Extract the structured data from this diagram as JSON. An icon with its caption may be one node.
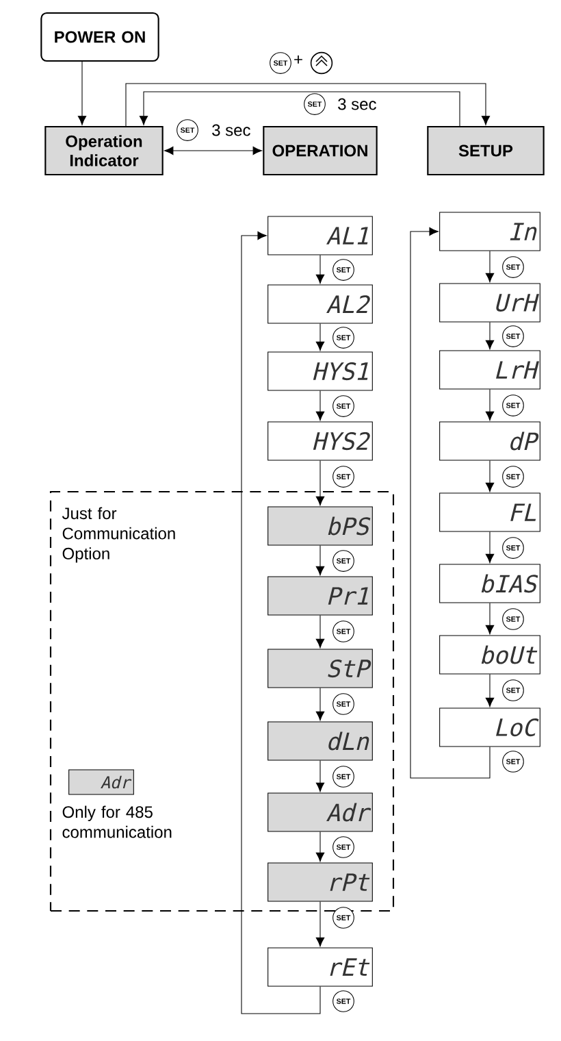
{
  "diagram": {
    "nodes": [
      {
        "text": [
          "POWER ON"
        ]
      },
      {
        "text": [
          "Operation Indicator"
        ]
      },
      {
        "text": [
          "OPERATION"
        ]
      },
      {
        "text": [
          "SETUP"
        ]
      },
      {
        "text": [
          "AL1"
        ]
      },
      {
        "text": [
          "AL2"
        ]
      },
      {
        "text": [
          "HYS1"
        ]
      },
      {
        "text": [
          "HYS2"
        ]
      },
      {
        "text": [
          "Just for Communication Option"
        ]
      },
      {
        "text": [
          "bPS"
        ],
        "in": 8
      },
      {
        "text": [
          "Pr1"
        ],
        "in": 8
      },
      {
        "text": [
          "StP"
        ],
        "in": 8
      },
      {
        "text": [
          "dLn"
        ],
        "in": 8
      },
      {
        "text": [
          "Adr"
        ],
        "in": 8
      },
      {
        "text": [
          "rPt"
        ],
        "in": 8
      },
      {
        "text": [
          "Adr"
        ],
        "in": 8,
        "beside": [
          "Only for 485 communication"
        ]
      },
      {
        "text": [
          "rEt"
        ]
      },
      {
        "text": [
          "In"
        ]
      },
      {
        "text": [
          "UrH"
        ]
      },
      {
        "text": [
          "LrH"
        ]
      },
      {
        "text": [
          "dP"
        ]
      },
      {
        "text": [
          "FL"
        ]
      },
      {
        "text": [
          "bIAS"
        ]
      },
      {
        "text": [
          "boUt"
        ]
      },
      {
        "text": [
          "LoC"
        ]
      }
    ],
    "edges": [
      {
        "from": 0,
        "to": 1,
        "arrow": "to"
      },
      {
        "from": 1,
        "to": 3,
        "arrow": "to"
      },
      {
        "from": 3,
        "to": 1,
        "arrow": "to",
        "label": "3 sec"
      },
      {
        "from": 1,
        "to": 2,
        "arrow": "both",
        "label": "3 sec"
      },
      {
        "from": 4,
        "to": 5,
        "arrow": "to",
        "label": "SET"
      },
      {
        "from": 5,
        "to": 6,
        "arrow": "to",
        "label": "SET"
      },
      {
        "from": 6,
        "to": 7,
        "arrow": "to",
        "label": "SET"
      },
      {
        "from": 7,
        "to": 9,
        "arrow": "to",
        "label": "SET"
      },
      {
        "from": 9,
        "to": 10,
        "arrow": "to",
        "label": "SET"
      },
      {
        "from": 10,
        "to": 11,
        "arrow": "to",
        "label": "SET"
      },
      {
        "from": 11,
        "to": 12,
        "arrow": "to",
        "label": "SET"
      },
      {
        "from": 12,
        "to": 13,
        "arrow": "to",
        "label": "SET"
      },
      {
        "from": 13,
        "to": 14,
        "arrow": "to",
        "label": "SET"
      },
      {
        "from": 14,
        "to": 16,
        "arrow": "to",
        "label": "SET"
      },
      {
        "from": 16,
        "to": 4,
        "arrow": "to",
        "label": "SET"
      },
      {
        "from": 17,
        "to": 18,
        "arrow": "to",
        "label": "SET"
      },
      {
        "from": 18,
        "to": 19,
        "arrow": "to",
        "label": "SET"
      },
      {
        "from": 19,
        "to": 20,
        "arrow": "to",
        "label": "SET"
      },
      {
        "from": 20,
        "to": 21,
        "arrow": "to",
        "label": "SET"
      },
      {
        "from": 21,
        "to": 22,
        "arrow": "to",
        "label": "SET"
      },
      {
        "from": 22,
        "to": 23,
        "arrow": "to",
        "label": "SET"
      },
      {
        "from": 23,
        "to": 24,
        "arrow": "to",
        "label": "SET"
      },
      {
        "from": 24,
        "to": 17,
        "arrow": "to",
        "label": "SET"
      }
    ],
    "labels": [
      "SET",
      "+",
      "SET",
      "SET"
    ]
  }
}
